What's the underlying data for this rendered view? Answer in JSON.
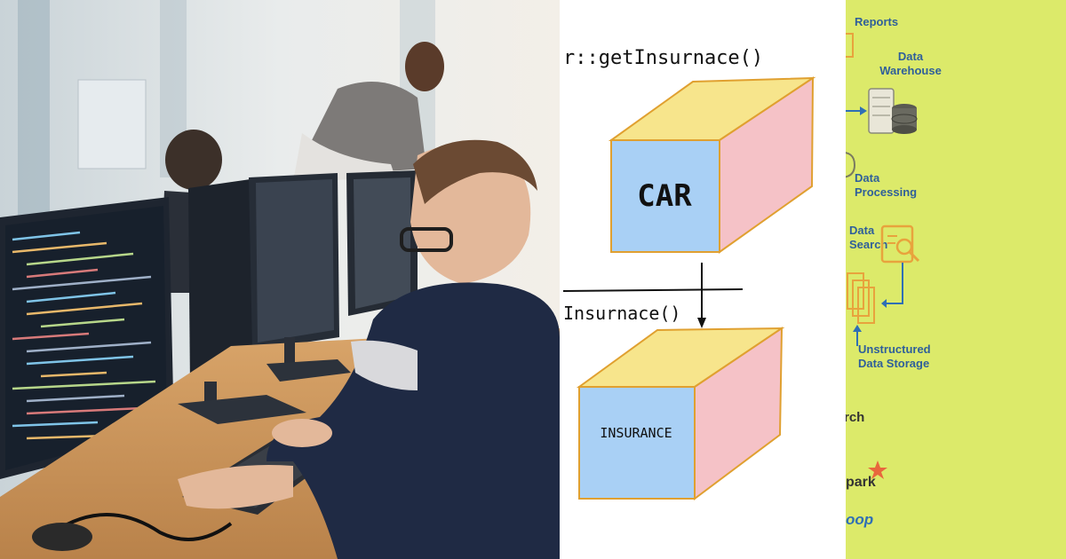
{
  "diagram": {
    "call_top": "r::getInsurnace()",
    "call_bottom": "Insurnace()",
    "box_top": "CAR",
    "box_bottom": "INSURANCE",
    "colors": {
      "front": "#a9d0f5",
      "top": "#f7e58c",
      "side": "#f5c2c7",
      "stroke": "#e0a030"
    }
  },
  "infographic": {
    "reports": "Reports",
    "data_warehouse": "Data Warehouse",
    "data_processing": "Data Processing",
    "data_search": "Data Search",
    "unstructured_storage": "Unstructured Data Storage",
    "search_fragment": "rch",
    "spark_fragment": "park",
    "hadoop_fragment": "oop",
    "colors": {
      "background": "#dcea6a",
      "text": "#2f5f9a",
      "accent": "#e8a33d"
    }
  }
}
